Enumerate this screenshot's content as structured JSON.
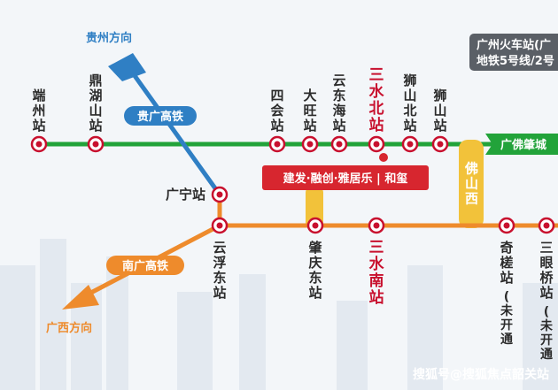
{
  "colors": {
    "guangfo_line": "#22a33a",
    "nanguang_line": "#ee8b2c",
    "guiguang_line": "#2f7fc4",
    "foshanxi_bar": "#f2c23a",
    "zhaoqing_bar": "#f2c23a",
    "property_banner": "#d7262f",
    "station_marker": "#c8102e",
    "background": "#f3f6f9"
  },
  "directions": {
    "guizhou": "贵州方向",
    "guangxi": "广西方向"
  },
  "corner_box": {
    "line1": "广州火车站(广",
    "line2": "地铁5号线/2号"
  },
  "lines": {
    "guangfo": "广佛肇城",
    "guiguang": "贵广高铁",
    "nanguang": "南广高铁"
  },
  "stations_top": [
    {
      "name": "端州站",
      "style": "dark"
    },
    {
      "name": "鼎湖山站",
      "style": "dark"
    },
    {
      "name": "四会站",
      "style": "dark"
    },
    {
      "name": "大旺站",
      "style": "dark"
    },
    {
      "name": "云东海站",
      "style": "dark"
    },
    {
      "name": "三水北站",
      "style": "red"
    },
    {
      "name": "狮山北站",
      "style": "dark"
    },
    {
      "name": "狮山站",
      "style": "dark"
    }
  ],
  "stations_bottom": [
    {
      "name": "云浮东站",
      "style": "dark"
    },
    {
      "name": "肇庆东站",
      "style": "dark"
    },
    {
      "name": "三水南站",
      "style": "red"
    },
    {
      "name": "奇槎站",
      "style": "dark",
      "note": "(未开通)"
    },
    {
      "name": "三眼桥站",
      "style": "dark",
      "note": "(未开通)"
    }
  ],
  "guangning": "广宁站",
  "foshanxi": "佛山西",
  "property_banner": "建发·融创·雅居乐 | 和玺",
  "watermark": "搜狐号@搜狐焦点韶关站"
}
